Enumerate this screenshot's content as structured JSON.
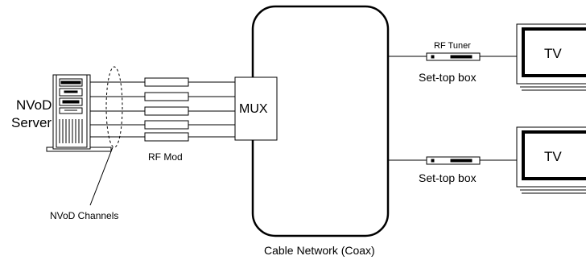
{
  "labels": {
    "server": [
      "NVoD",
      "Server"
    ],
    "channels": "NVoD Channels",
    "rf_mod": "RF Mod",
    "mux": "MUX",
    "network": "Cable Network (Coax)",
    "rf_tuner": "RF Tuner",
    "settop_1": "Set-top box",
    "settop_2": "Set-top box",
    "tv_1": "TV",
    "tv_2": "TV"
  }
}
